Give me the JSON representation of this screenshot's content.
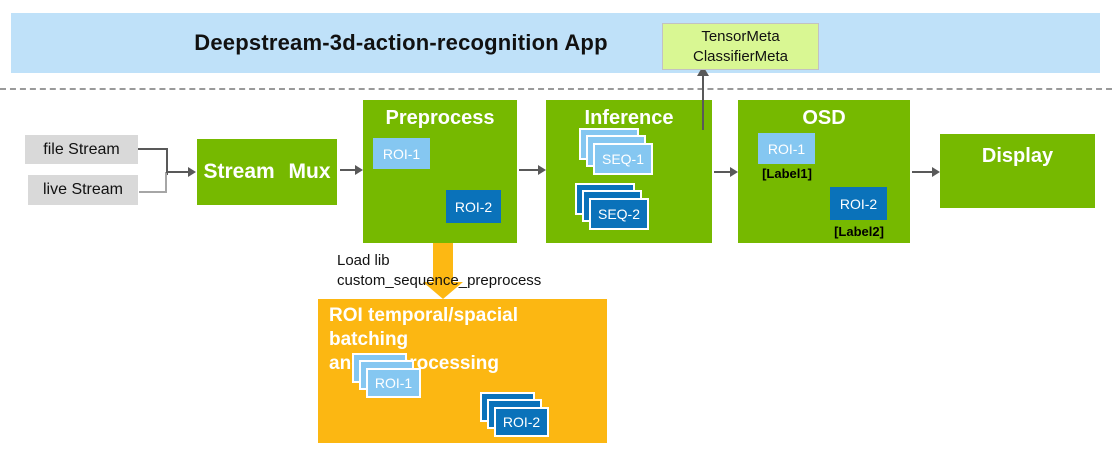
{
  "banner": {
    "title": "Deepstream-3d-action-recognition App"
  },
  "meta_box": {
    "line1": "TensorMeta",
    "line2": "ClassifierMeta"
  },
  "sources": {
    "file": "file Stream",
    "live": "live Stream"
  },
  "pipeline": {
    "stream_mux": {
      "title": "Stream Mux"
    },
    "preprocess": {
      "title": "Preprocess",
      "roi1": "ROI-1",
      "roi2": "ROI-2"
    },
    "inference": {
      "title": "Inference",
      "seq1": "SEQ-1",
      "seq2": "SEQ-2"
    },
    "osd": {
      "title": "OSD",
      "roi1": "ROI-1",
      "label1": "[Label1]",
      "roi2": "ROI-2",
      "label2": "[Label2]"
    },
    "display": {
      "title": "Display"
    }
  },
  "custom_lib_note": {
    "line1": "Load lib",
    "line2": "custom_sequence_preprocess"
  },
  "custom_box": {
    "title_line1": "ROI temporal/spacial batching",
    "title_line2": "and preprocessing",
    "roi1": "ROI-1",
    "roi2": "ROI-2"
  },
  "colors": {
    "nvidia_green": "#76b900",
    "banner_blue": "#bfe1f9",
    "meta_green": "#d9f793",
    "chip_light_blue": "#85c7f1",
    "chip_dark_blue": "#0a72ba",
    "custom_orange": "#fcb712",
    "source_gray": "#d9d9d9",
    "arrow_gray": "#595959"
  }
}
